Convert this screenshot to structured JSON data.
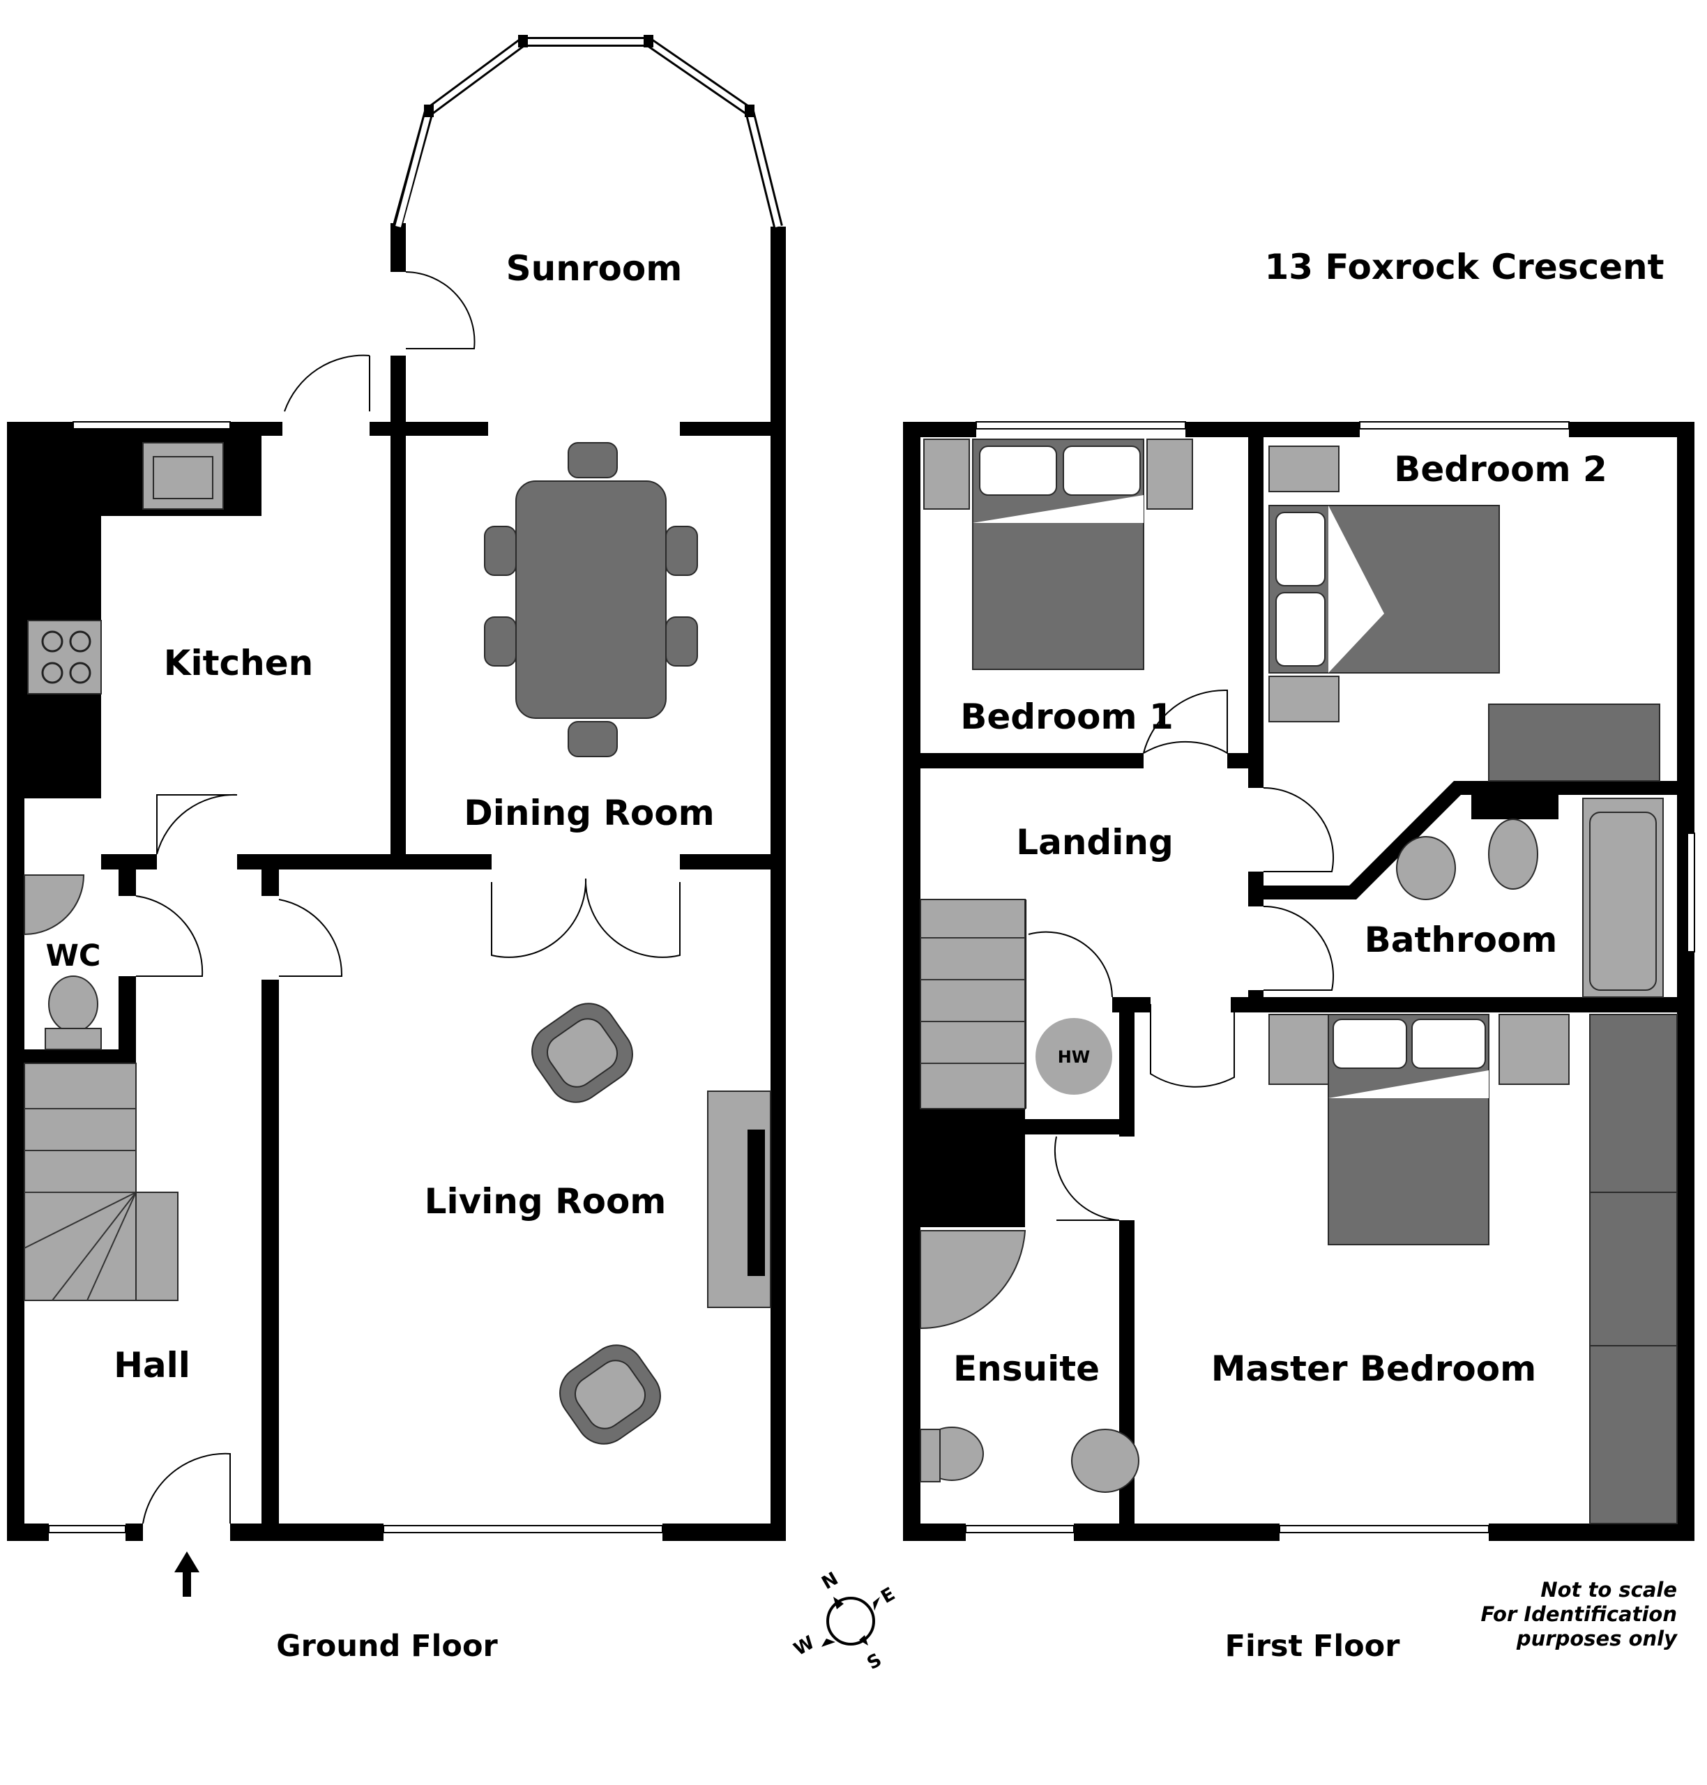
{
  "title": "13 Foxrock Crescent",
  "ground_floor": {
    "caption": "Ground Floor",
    "rooms": {
      "sunroom": "Sunroom",
      "kitchen": "Kitchen",
      "dining_room": "Dining Room",
      "wc": "WC",
      "living_room": "Living Room",
      "hall": "Hall"
    }
  },
  "first_floor": {
    "caption": "First Floor",
    "rooms": {
      "bedroom_1": "Bedroom 1",
      "bedroom_2": "Bedroom 2",
      "landing": "Landing",
      "bathroom": "Bathroom",
      "hw": "HW",
      "ensuite": "Ensuite",
      "master_bedroom": "Master Bedroom"
    }
  },
  "compass": {
    "n": "N",
    "e": "E",
    "s": "S",
    "w": "W"
  },
  "disclaimer": {
    "line1": "Not to scale",
    "line2": "For Identification",
    "line3": "purposes only"
  }
}
